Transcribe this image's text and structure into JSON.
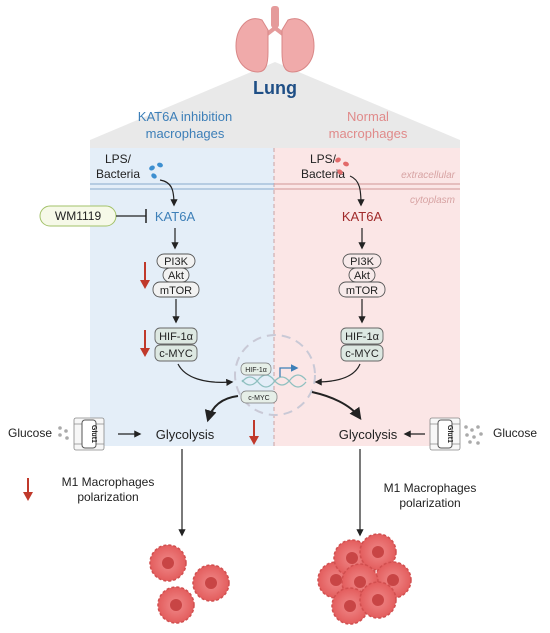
{
  "title": "Lung",
  "panels": {
    "left": {
      "header_line1": "KAT6A inhibition",
      "header_line2": "macrophages",
      "stimulus_line1": "LPS/",
      "stimulus_line2": "Bacteria",
      "inhibitor": "WM1119",
      "target": "KAT6A",
      "pathway": [
        "PI3K",
        "Akt",
        "mTOR"
      ],
      "tfs": [
        "HIF-1α",
        "c-MYC"
      ],
      "glucose": "Glucose",
      "transporter": "Glut1",
      "process": "Glycolysis",
      "outcome_line1": "M1 Macrophages",
      "outcome_line2": "polarization"
    },
    "right": {
      "header_line1": "Normal",
      "header_line2": "macrophages",
      "stimulus_line1": "LPS/",
      "stimulus_line2": "Bacteria",
      "target": "KAT6A",
      "pathway": [
        "PI3K",
        "Akt",
        "mTOR"
      ],
      "tfs": [
        "HIF-1α",
        "c-MYC"
      ],
      "glucose": "Glucose",
      "transporter": "Glut1",
      "process": "Glycolysis",
      "outcome_line1": "M1 Macrophages",
      "outcome_line2": "polarization"
    }
  },
  "compartments": {
    "extracellular": "extracellular",
    "cytoplasm": "cytoplasm"
  },
  "nucleus": {
    "hif": "HIF-1α",
    "cmyc": "c-MYC"
  },
  "colors": {
    "blue_text": "#3d7fb8",
    "red_text": "#a02a2a",
    "left_bg": "#e4eef8",
    "right_bg": "#fbe6e6",
    "header_bg": "#e9e9e9",
    "down_arrow": "#c0392b",
    "cell": "#e56a6a"
  }
}
